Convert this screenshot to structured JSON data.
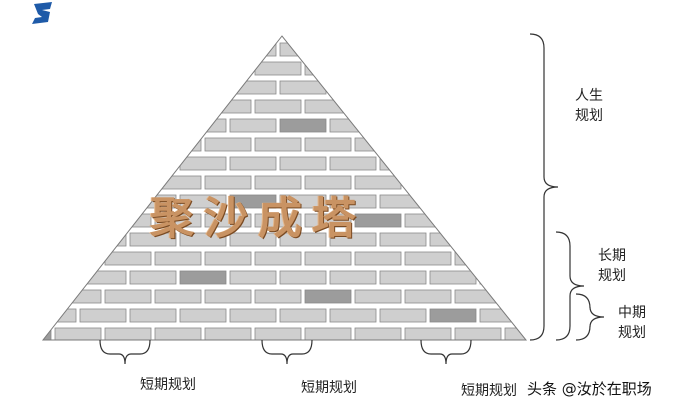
{
  "title": "聚沙成塔",
  "labels": {
    "life_plan_line1": "人生",
    "life_plan_line2": "规划",
    "long_term_line1": "长期",
    "long_term_line2": "规划",
    "mid_term_line1": "中期",
    "mid_term_line2": "规划",
    "short_term_1": "短期规划",
    "short_term_2": "短期规划",
    "short_term_3": "短期规划"
  },
  "watermark": "头条 @汝於在职场",
  "colors": {
    "brick": "#cfcfcf",
    "brick_dark": "#9c9c9c",
    "brick_edge": "#8a8a8a",
    "mortar": "#ffffff",
    "pyramid_outline": "#555555",
    "title": "#c99363",
    "logo": "#1e5aa8"
  }
}
